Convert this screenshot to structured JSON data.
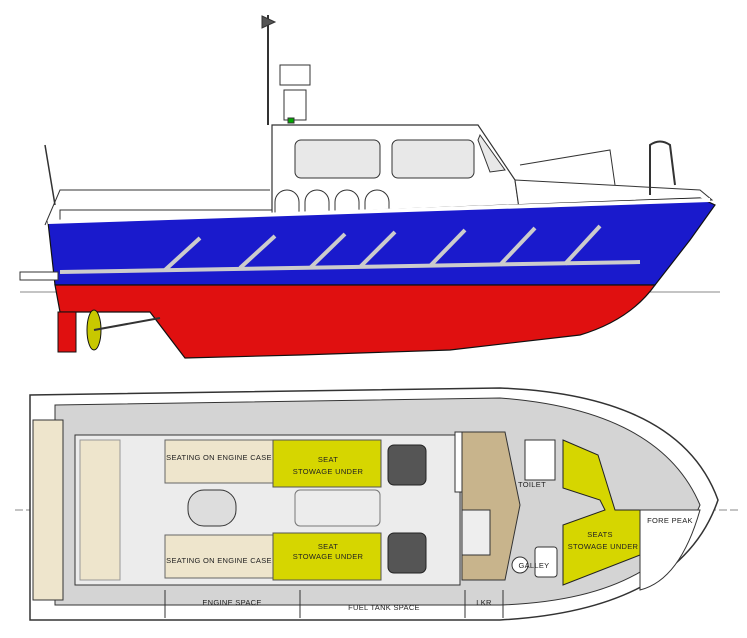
{
  "colors": {
    "hull_topsides": "#1a1acc",
    "hull_bottom": "#e01010",
    "superstructure": "#ffffff",
    "deck_grey": "#d4d4d4",
    "stowage_yellow": "#d6d600",
    "engine_case": "#eee5cc",
    "galley_wood": "#c8b48c"
  },
  "plan_labels": {
    "seating_engine_case_port": "SEATING ON ENGINE CASE",
    "seating_engine_case_stbd": "SEATING ON ENGINE CASE",
    "seat_port": "SEAT",
    "stowage_port": "STOWAGE UNDER",
    "seat_stbd": "SEAT",
    "stowage_stbd": "STOWAGE UNDER",
    "engine_space": "ENGINE SPACE",
    "fuel_tank_space": "FUEL TANK SPACE",
    "lkr": "LKR",
    "toilet": "TOILET",
    "galley": "GALLEY",
    "seats": "SEATS",
    "seats_stowage": "STOWAGE UNDER",
    "fore_peak": "FORE PEAK"
  }
}
